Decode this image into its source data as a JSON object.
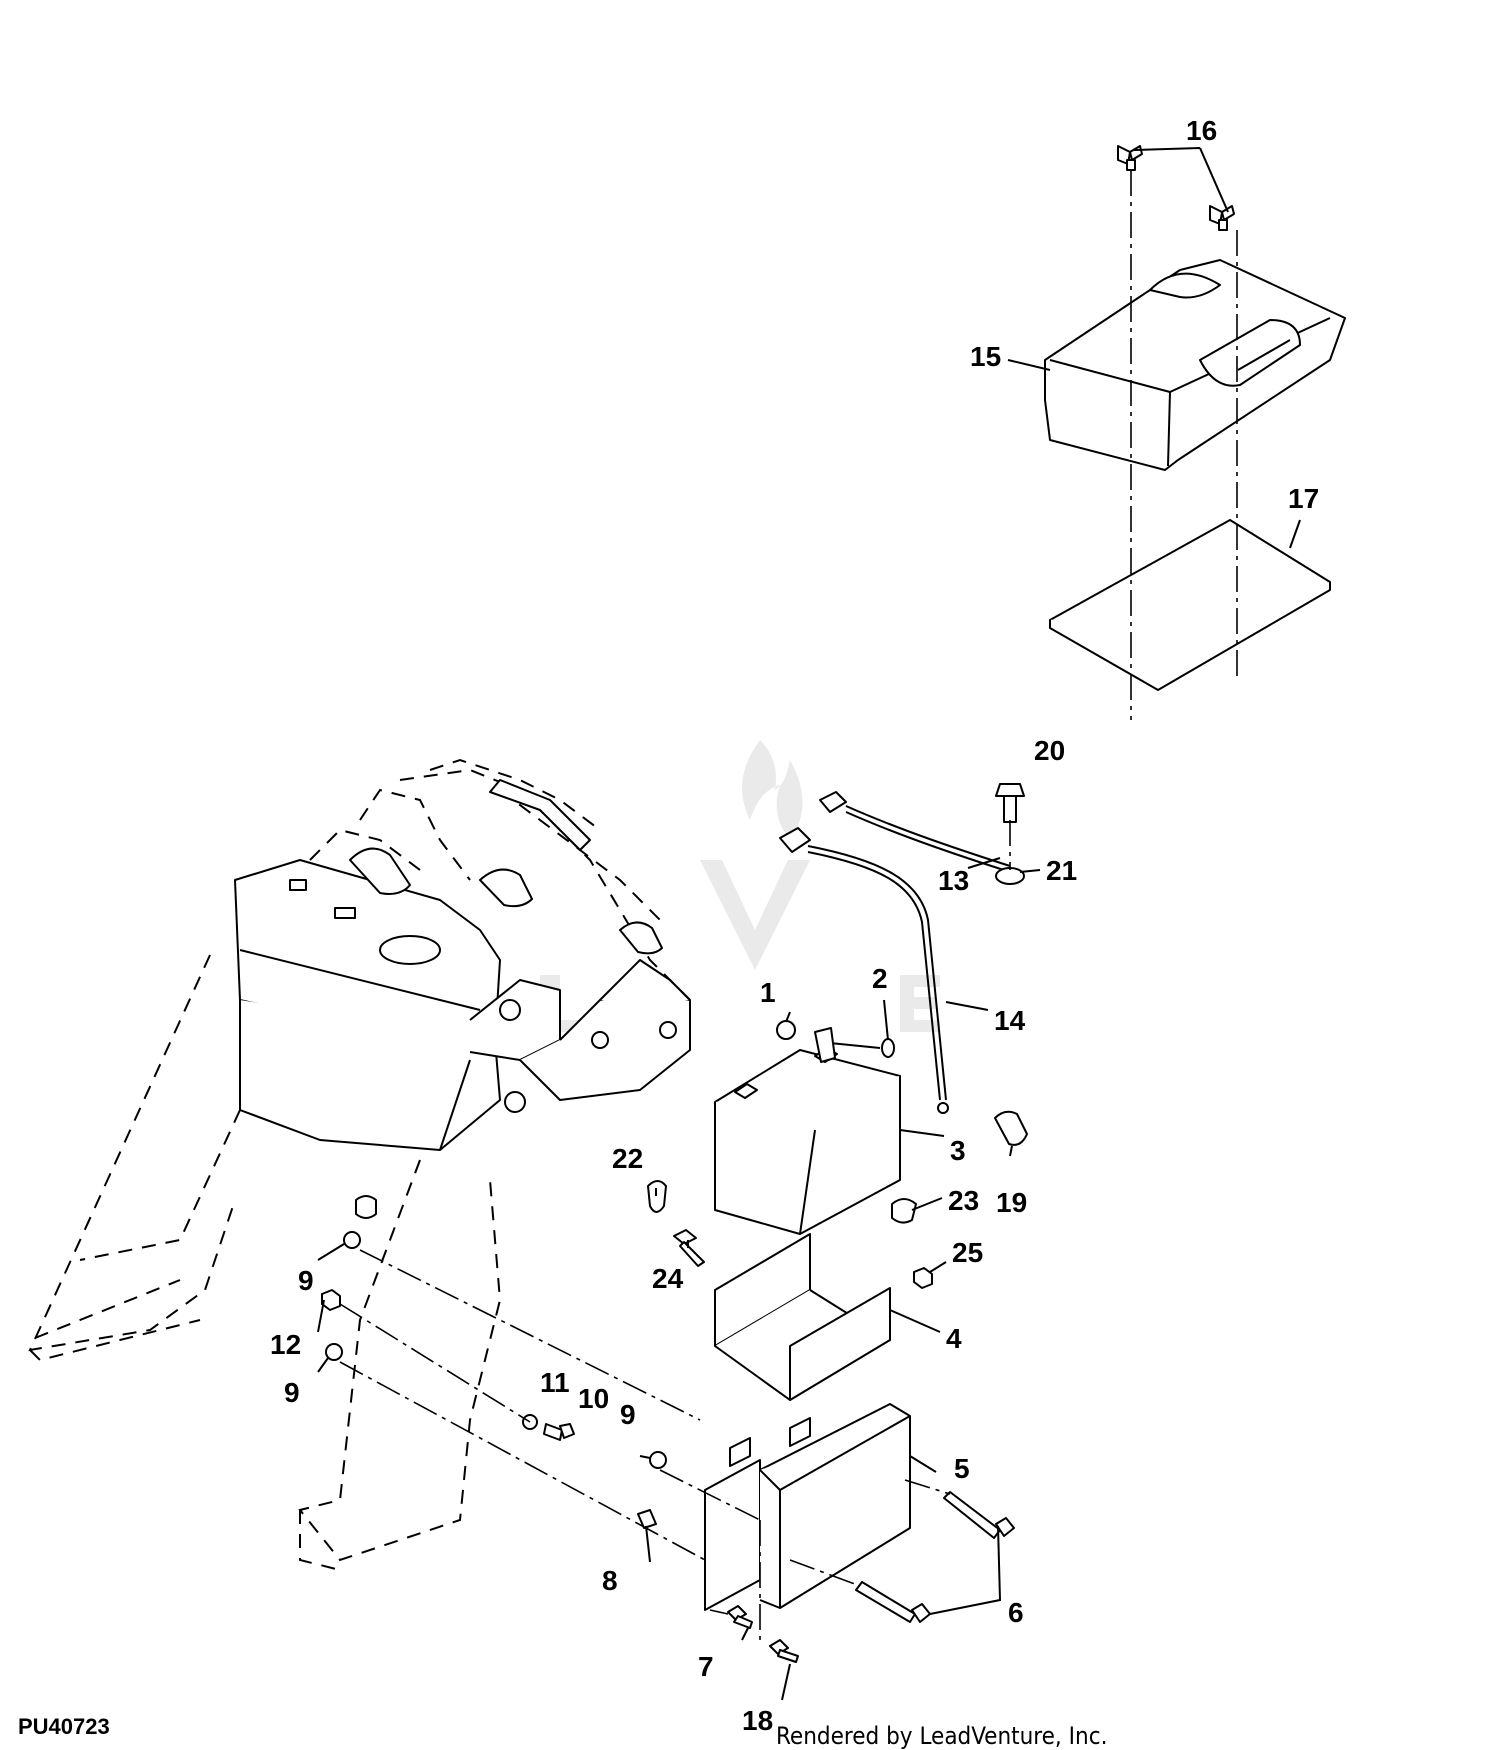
{
  "figure_id": "PU40723",
  "credit": "Rendered by LeadVenture, Inc.",
  "callouts": [
    "1",
    "2",
    "3",
    "4",
    "5",
    "6",
    "7",
    "8",
    "9",
    "9",
    "9",
    "9",
    "10",
    "11",
    "12",
    "13",
    "14",
    "15",
    "16",
    "17",
    "18",
    "19",
    "20",
    "21",
    "22",
    "23",
    "24",
    "25"
  ]
}
